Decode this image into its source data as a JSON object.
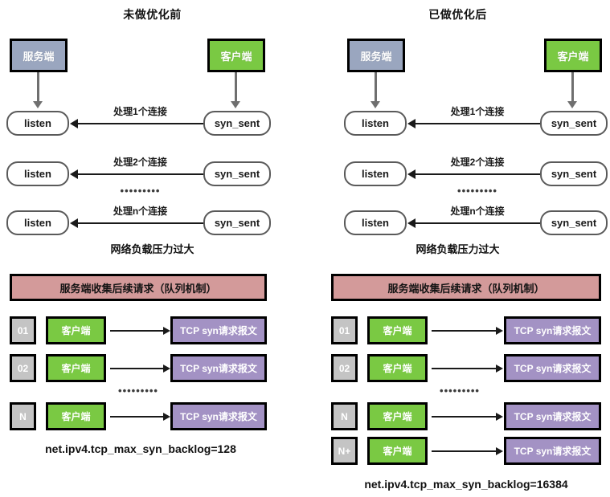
{
  "panels": [
    {
      "id": "before",
      "title": "未做优化前",
      "server_label": "服务端",
      "client_label": "客户端",
      "flows": [
        {
          "left_state": "listen",
          "right_state": "syn_sent",
          "label": "处理1个连接"
        },
        {
          "left_state": "listen",
          "right_state": "syn_sent",
          "label": "处理2个连接"
        },
        {
          "left_state": "listen",
          "right_state": "syn_sent",
          "label": "处理n个连接"
        }
      ],
      "flow_ellipsis": "•••••••••",
      "note": "网络负载压力过大",
      "queue_header": "服务端收集后续请求（队列机制）",
      "queue_rows": [
        {
          "index": "01",
          "client": "客户端",
          "packet": "TCP syn请求报文"
        },
        {
          "index": "02",
          "client": "客户端",
          "packet": "TCP syn请求报文"
        },
        {
          "index": "N",
          "client": "客户端",
          "packet": "TCP syn请求报文"
        }
      ],
      "queue_ellipsis": "•••••••••",
      "caption": "net.ipv4.tcp_max_syn_backlog=128"
    },
    {
      "id": "after",
      "title": "已做优化后",
      "server_label": "服务端",
      "client_label": "客户端",
      "flows": [
        {
          "left_state": "listen",
          "right_state": "syn_sent",
          "label": "处理1个连接"
        },
        {
          "left_state": "listen",
          "right_state": "syn_sent",
          "label": "处理2个连接"
        },
        {
          "left_state": "listen",
          "right_state": "syn_sent",
          "label": "处理n个连接"
        }
      ],
      "flow_ellipsis": "•••••••••",
      "note": "网络负载压力过大",
      "queue_header": "服务端收集后续请求（队列机制）",
      "queue_rows": [
        {
          "index": "01",
          "client": "客户端",
          "packet": "TCP syn请求报文"
        },
        {
          "index": "02",
          "client": "客户端",
          "packet": "TCP syn请求报文"
        },
        {
          "index": "N",
          "client": "客户端",
          "packet": "TCP syn请求报文"
        },
        {
          "index": "N+",
          "client": "客户端",
          "packet": "TCP syn请求报文"
        }
      ],
      "queue_ellipsis": "•••••••••",
      "caption": "net.ipv4.tcp_max_syn_backlog=16384"
    }
  ],
  "colors": {
    "server": "#9aa6bf",
    "client": "#7ac943",
    "packet": "#a392c4",
    "queue_header": "#d39a9a",
    "index": "#c4c4c4",
    "outline": "#000000",
    "pill_border": "#5a5a5a",
    "connector": "#6f6f6f",
    "arrow": "#1a1a1a"
  }
}
